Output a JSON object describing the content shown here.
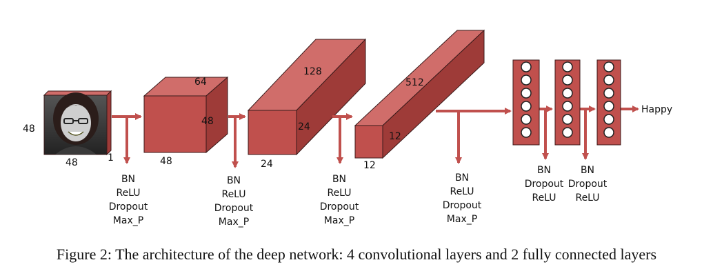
{
  "input": {
    "height": "48",
    "width": "48",
    "channels": "1"
  },
  "conv_layers": [
    {
      "depth": "64",
      "height": "48",
      "width": "48"
    },
    {
      "depth": "128",
      "height": "24",
      "width": "24"
    },
    {
      "depth": "512",
      "height": "12",
      "width": "12"
    }
  ],
  "conv_ops": [
    [
      "BN",
      "ReLU",
      "Dropout",
      "Max_P"
    ],
    [
      "BN",
      "ReLU",
      "Dropout",
      "Max_P"
    ],
    [
      "BN",
      "ReLU",
      "Dropout",
      "Max_P"
    ],
    [
      "BN",
      "ReLU",
      "Dropout",
      "Max_P"
    ]
  ],
  "fc_ops": [
    [
      "BN",
      "Dropout",
      "ReLU"
    ],
    [
      "BN",
      "Dropout",
      "ReLU"
    ]
  ],
  "output_label": "Happy",
  "caption": "Figure 2: The architecture of the deep network: 4 convolutional layers and 2 fully connected layers",
  "colors": {
    "front": "#c0504d",
    "top": "#d06d6a",
    "side": "#9e3b38",
    "arrow": "#c0504d",
    "outline": "#3a1a1a"
  }
}
